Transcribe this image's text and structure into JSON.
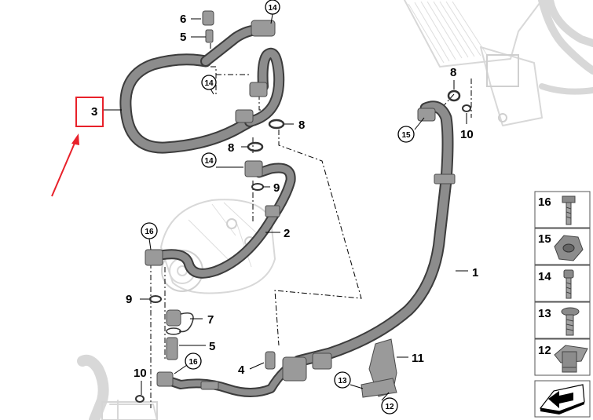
{
  "callouts": {
    "c1": "1",
    "c2": "2",
    "c3": "3",
    "c4": "4",
    "c5a": "5",
    "c5b": "5",
    "c6": "6",
    "c7": "7",
    "c8a": "8",
    "c8b": "8",
    "c8c": "8",
    "c9a": "9",
    "c9b": "9",
    "c10a": "10",
    "c10b": "10",
    "c11": "11",
    "c12": "12",
    "c13": "13",
    "c14a": "14",
    "c14b": "14",
    "c14c": "14",
    "c15": "15",
    "c16a": "16",
    "c16b": "16"
  },
  "legend": {
    "r16": "16",
    "r15": "15",
    "r14": "14",
    "r13": "13",
    "r12": "12"
  },
  "colors": {
    "highlight": "#e8212a",
    "hose_outline": "#3c3c3c",
    "hose_fill": "#8c8c8c",
    "ghost": "#d8d8d8"
  },
  "icons": [
    "bolt-icon",
    "nut-icon",
    "screw-icon",
    "clip-nut-icon",
    "arrow-page-icon"
  ]
}
